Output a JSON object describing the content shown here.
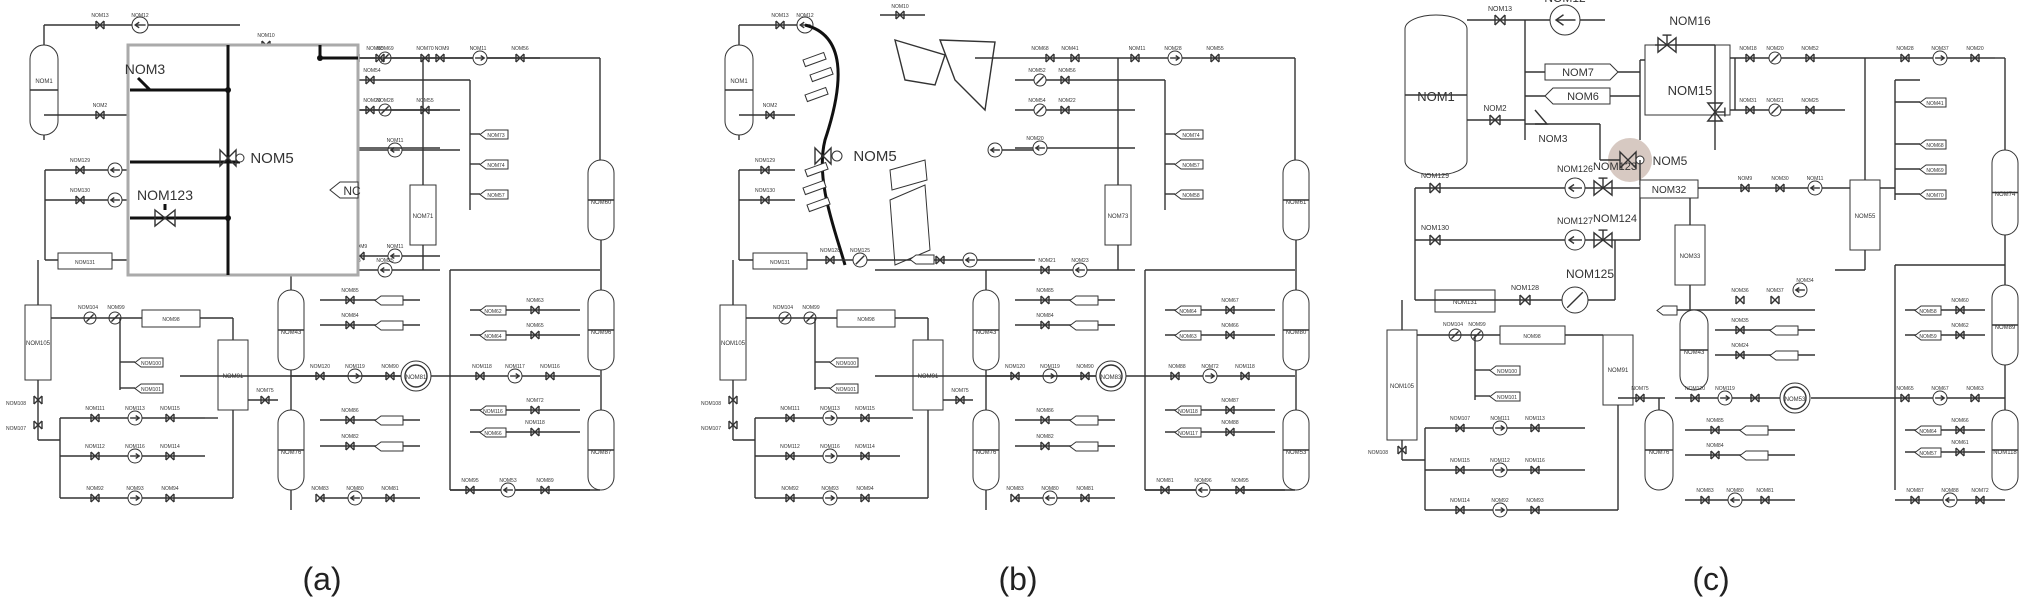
{
  "panels": [
    {
      "id": "a",
      "caption": "(a)"
    },
    {
      "id": "b",
      "caption": "(b)"
    },
    {
      "id": "c",
      "caption": "(c)"
    }
  ],
  "a": {
    "small": [
      "NOM13",
      "NOM12",
      "NOM10",
      "NOM1",
      "NOM2",
      "NOM129",
      "NOM130",
      "NOM131",
      "NOM105",
      "NOM104",
      "NOM99",
      "NOM98",
      "NOM100",
      "NOM101",
      "NOM108",
      "NOM107",
      "NOM111",
      "NOM113",
      "NOM115",
      "NOM112",
      "NOM116",
      "NOM114",
      "NOM92",
      "NOM93",
      "NOM94",
      "NOM76",
      "NOM43",
      "NOM91",
      "NOM75",
      "NOM120",
      "NOM119",
      "NOM90",
      "NOM85",
      "NOM84",
      "NOM86",
      "NOM82",
      "NOM83",
      "NOM80",
      "NOM81",
      "NOM96",
      "NOM95",
      "NOM53",
      "NOM89",
      "NOM87",
      "NOM88",
      "NOM72",
      "NOM118",
      "NOM117",
      "NOM116",
      "NOM66",
      "NOM65",
      "NOM67",
      "NOM63",
      "NOM64",
      "NOM62",
      "NOM61",
      "NOM60",
      "NOM59",
      "NOM58",
      "NOM57",
      "NOM74",
      "NOM73",
      "NOM71",
      "NOM70",
      "NOM69",
      "NOM68",
      "NOM41",
      "NOM55",
      "NOM56",
      "NOM54",
      "NOM52",
      "NOM22",
      "NOM20",
      "NOM21",
      "NOM23",
      "NOM25",
      "NOM28",
      "NOM11",
      "NOM9"
    ],
    "zoom": {
      "nom3": "NOM3",
      "nom5": "NOM5",
      "nom123": "NOM123",
      "nom_cut": "NC"
    }
  },
  "b": {
    "nom5": "NOM5",
    "small": [
      "NOM13",
      "NOM12",
      "NOM10",
      "NOM1",
      "NOM2",
      "NOM129",
      "NOM130",
      "NOM131",
      "NOM128",
      "NOM125",
      "NOM105",
      "NOM104",
      "NOM99",
      "NOM98",
      "NOM100",
      "NOM101",
      "NOM108",
      "NOM107",
      "NOM111",
      "NOM113",
      "NOM115",
      "NOM112",
      "NOM116",
      "NOM114",
      "NOM92",
      "NOM93",
      "NOM94",
      "NOM76",
      "NOM43",
      "NOM91",
      "NOM75",
      "NOM120",
      "NOM119",
      "NOM90",
      "NOM85",
      "NOM84",
      "NOM86",
      "NOM82",
      "NOM83",
      "NOM80",
      "NOM81",
      "NOM96",
      "NOM95",
      "NOM53",
      "NOM89",
      "NOM87",
      "NOM88",
      "NOM72",
      "NOM118",
      "NOM117",
      "NOM66",
      "NOM65",
      "NOM67",
      "NOM63",
      "NOM64",
      "NOM62",
      "NOM61",
      "NOM60",
      "NOM59",
      "NOM58",
      "NOM57",
      "NOM74",
      "NOM73",
      "NOM71",
      "NOM70",
      "NOM69",
      "NOM68",
      "NOM41",
      "NOM55",
      "NOM56",
      "NOM54",
      "NOM52",
      "NOM22",
      "NOM20",
      "NOM21",
      "NOM23",
      "NOM25",
      "NOM28",
      "NOM11",
      "NOM9",
      "NOM30",
      "NOM26",
      "NOM33",
      "NOM36",
      "NOM37",
      "NOM32",
      "NOM24"
    ]
  },
  "c": {
    "big": {
      "nom12": "NOM12",
      "nom16": "NOM16",
      "nom1": "NOM1",
      "nom7": "NOM7",
      "nom6": "NOM6",
      "nom15": "NOM15",
      "nom2": "NOM2",
      "nom3": "NOM3",
      "nom5": "NOM5",
      "nom123": "NOM123",
      "nom126": "NOM126",
      "nom124": "NOM124",
      "nom127": "NOM127",
      "nom125": "NOM125",
      "nom32": "NOM32"
    },
    "small": [
      "NOM13",
      "NOM129",
      "NOM130",
      "NOM131",
      "NOM128",
      "NOM105",
      "NOM104",
      "NOM99",
      "NOM98",
      "NOM100",
      "NOM101",
      "NOM108",
      "NOM107",
      "NOM111",
      "NOM113",
      "NOM115",
      "NOM112",
      "NOM116",
      "NOM114",
      "NOM92",
      "NOM93",
      "NOM94",
      "NOM76",
      "NOM43",
      "NOM91",
      "NOM75",
      "NOM120",
      "NOM119",
      "NOM90",
      "NOM85",
      "NOM84",
      "NOM86",
      "NOM82",
      "NOM83",
      "NOM80",
      "NOM81",
      "NOM96",
      "NOM95",
      "NOM53",
      "NOM89",
      "NOM87",
      "NOM88",
      "NOM72",
      "NOM118",
      "NOM117",
      "NOM66",
      "NOM65",
      "NOM67",
      "NOM63",
      "NOM64",
      "NOM62",
      "NOM61",
      "NOM60",
      "NOM59",
      "NOM58",
      "NOM57",
      "NOM74",
      "NOM73",
      "NOM71",
      "NOM70",
      "NOM69",
      "NOM68",
      "NOM41",
      "NOM55",
      "NOM56",
      "NOM54",
      "NOM52",
      "NOM22",
      "NOM20",
      "NOM21",
      "NOM23",
      "NOM25",
      "NOM28",
      "NOM11",
      "NOM9",
      "NOM30",
      "NOM29",
      "NOM33",
      "NOM36",
      "NOM37",
      "NOM34",
      "NOM35",
      "NOM24",
      "NOM19",
      "NOM17",
      "NOM18",
      "NOM31"
    ]
  }
}
